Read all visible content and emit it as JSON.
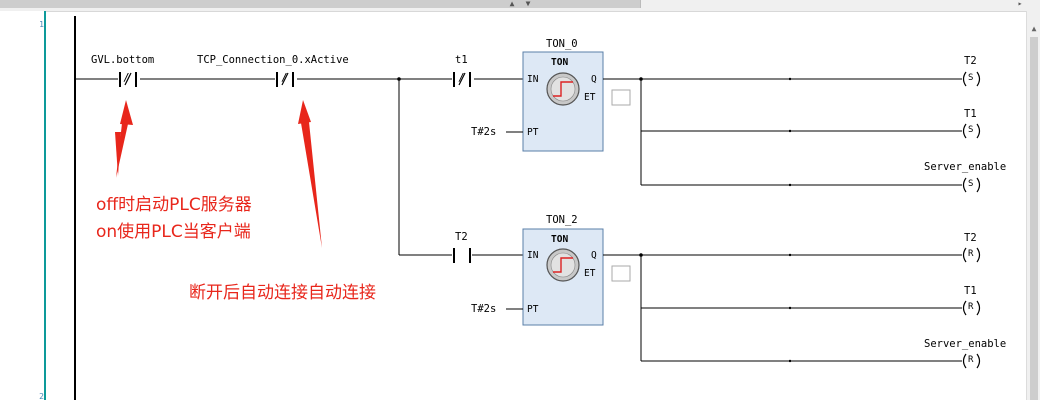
{
  "line_numbers": [
    "1",
    "2"
  ],
  "rung1": {
    "contacts": [
      {
        "label": "GVL.bottom",
        "symbol": "/"
      },
      {
        "label": "TCP_Connection_0.xActive",
        "symbol": "/"
      },
      {
        "label": "t1",
        "symbol": "/"
      }
    ],
    "timer": {
      "instance": "TON_0",
      "type": "TON",
      "in": "IN",
      "q": "Q",
      "pt": "PT",
      "et": "ET",
      "preset": "T#2s"
    },
    "coils": [
      {
        "label": "T2",
        "kind": "S"
      },
      {
        "label": "T1",
        "kind": "S"
      },
      {
        "label": "Server_enable",
        "kind": "S"
      }
    ]
  },
  "rung2": {
    "contacts": [
      {
        "label": "T2",
        "symbol": ""
      }
    ],
    "timer": {
      "instance": "TON_2",
      "type": "TON",
      "in": "IN",
      "q": "Q",
      "pt": "PT",
      "et": "ET",
      "preset": "T#2s"
    },
    "coils": [
      {
        "label": "T2",
        "kind": "R"
      },
      {
        "label": "T1",
        "kind": "R"
      },
      {
        "label": "Server_enable",
        "kind": "R"
      }
    ]
  },
  "annotations": {
    "line1": "off时启动PLC服务器",
    "line2": "on使用PLC当客户端",
    "line3": "断开后自动连接自动连接"
  },
  "colors": {
    "annotation": "#e8261b",
    "timer_fill": "#dde8f5",
    "rail": "#000000",
    "gutter_bar": "#0d9a9a"
  }
}
